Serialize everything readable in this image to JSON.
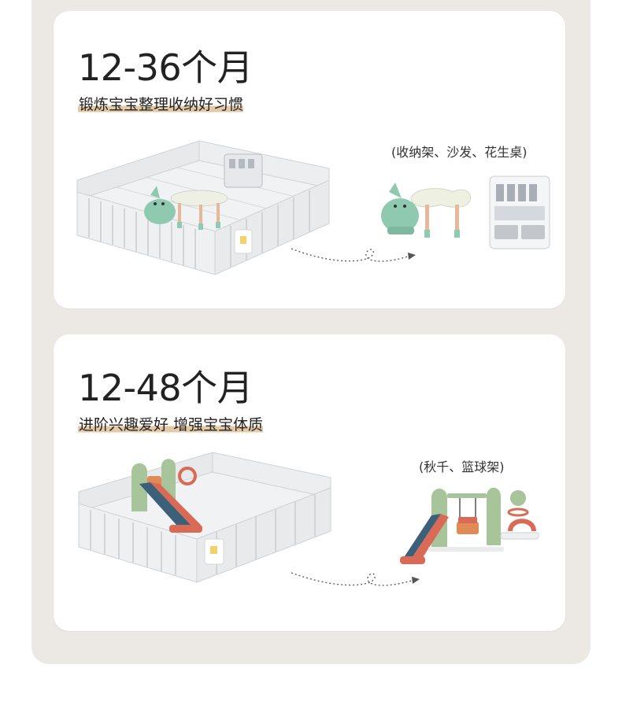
{
  "sections": [
    {
      "age_range": "12-36个月",
      "subtitle": "锻炼宝宝整理收纳好习惯",
      "accessory_note": "(收纳架、沙发、花生桌)"
    },
    {
      "age_range": "12-48个月",
      "subtitle": "进阶兴趣爱好 增强宝宝体质",
      "accessory_note": "(秋千、篮球架)"
    }
  ],
  "colors": {
    "background": "#ece8e4",
    "card": "#ffffff",
    "highlight": "#e3c9a6",
    "fence": "#e9ebed",
    "mint": "#9ccfb8",
    "sage": "#a8c49a",
    "slide_red": "#d96a55",
    "slide_blue": "#3c5f7a"
  },
  "icons": [
    "playpen-storage-illustration",
    "dashed-arrow-icon",
    "storage-shelf-sofa-table-illustration",
    "playpen-slide-illustration",
    "swing-basketball-set-illustration"
  ]
}
